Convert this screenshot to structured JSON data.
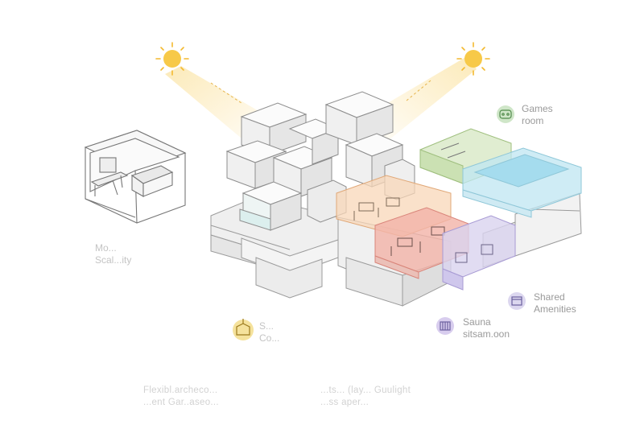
{
  "labels": {
    "games_room": [
      "Games",
      "room"
    ],
    "shared_amenities": [
      "Shared",
      "Amenities"
    ],
    "sauna": [
      "Sauna",
      "sitsam.oon"
    ],
    "scalability": [
      "Mo...",
      "Scal...ity"
    ],
    "courtyard": [
      "S...",
      "Co..."
    ]
  },
  "captions": {
    "left": [
      "Flexibl.archeco...",
      "...ent Gar..aseo..."
    ],
    "right": [
      "...ts... (lay... Guulight",
      "...ss aper..."
    ]
  },
  "colors": {
    "sun": "#f7c948",
    "games_green": "#cfe3b8",
    "pool_blue": "#bfe6f2",
    "dining_orange": "#f8d7b8",
    "kitchen_red": "#f2b3a8",
    "amenity_purple": "#d9d3ef",
    "shared_badge": "#dcd7ef",
    "sauna_badge": "#d8cdee",
    "courtyard_badge": "#f5e29c",
    "games_badge": "#cfe6c8"
  },
  "icons": [
    "sun-icon",
    "sun-icon",
    "games-icon",
    "shared-amenities-icon",
    "sauna-icon",
    "courtyard-icon"
  ]
}
